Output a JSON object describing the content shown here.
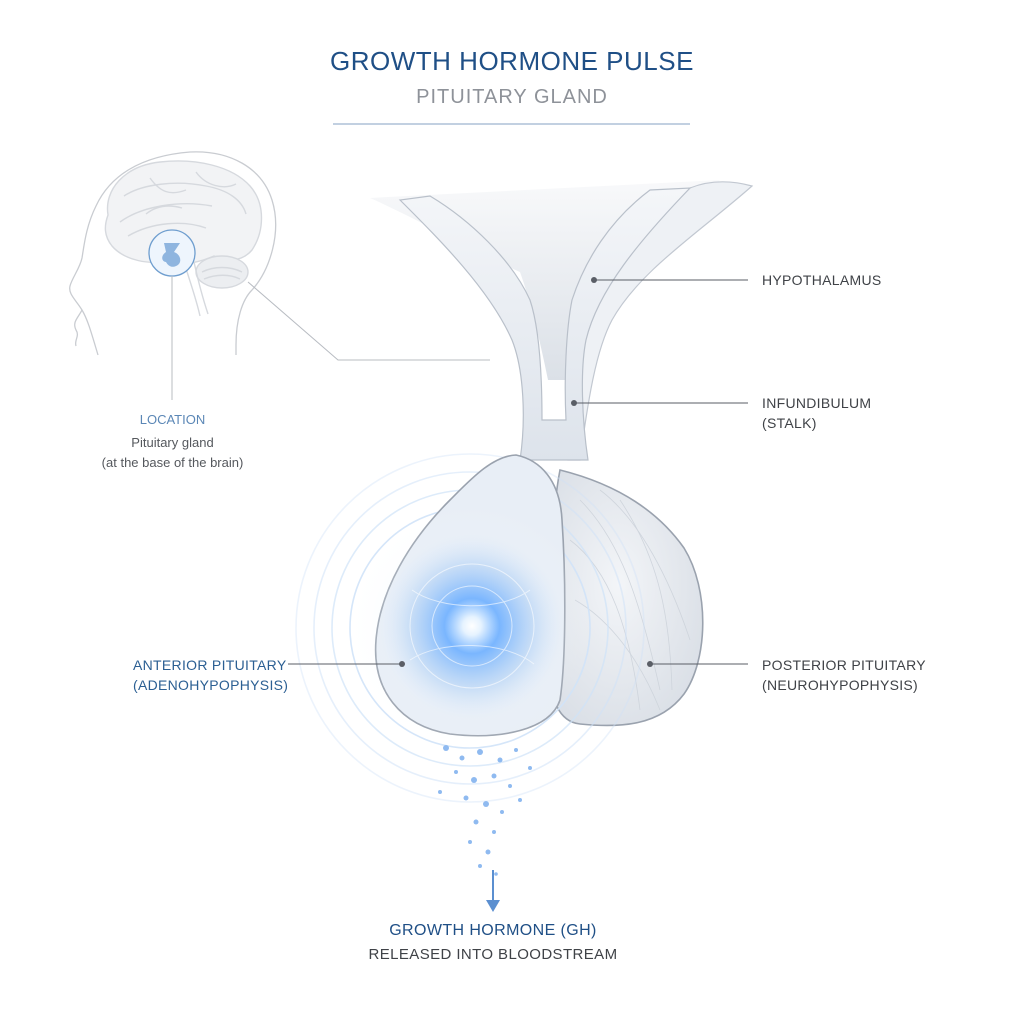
{
  "header": {
    "title": "GROWTH HORMONE PULSE",
    "subtitle": "PITUITARY GLAND"
  },
  "location": {
    "heading": "LOCATION",
    "line1": "Pituitary gland",
    "line2": "(at the base of the brain)"
  },
  "labels": {
    "hypothalamus": "HYPOTHALAMUS",
    "infundibulum_line1": "INFUNDIBULUM",
    "infundibulum_line2": "(STALK)",
    "posterior_line1": "POSTERIOR PITUITARY",
    "posterior_line2": "(NEUROHYPOPHYSIS)",
    "anterior_line1": "ANTERIOR PITUITARY",
    "anterior_line2": "(ADENOHYPOPHYSIS)"
  },
  "release": {
    "line1": "GROWTH HORMONE (GH)",
    "line2": "RELEASED INTO BLOODSTREAM"
  },
  "colors": {
    "title": "#1f4f86",
    "subtitle": "#8e9299",
    "glow": "#4f9bff",
    "gland": "#e9edf3",
    "leader": "#5a5e66"
  },
  "icons": {
    "head": "head-profile-icon",
    "brain": "brain-icon",
    "arrow": "arrow-down-icon"
  }
}
